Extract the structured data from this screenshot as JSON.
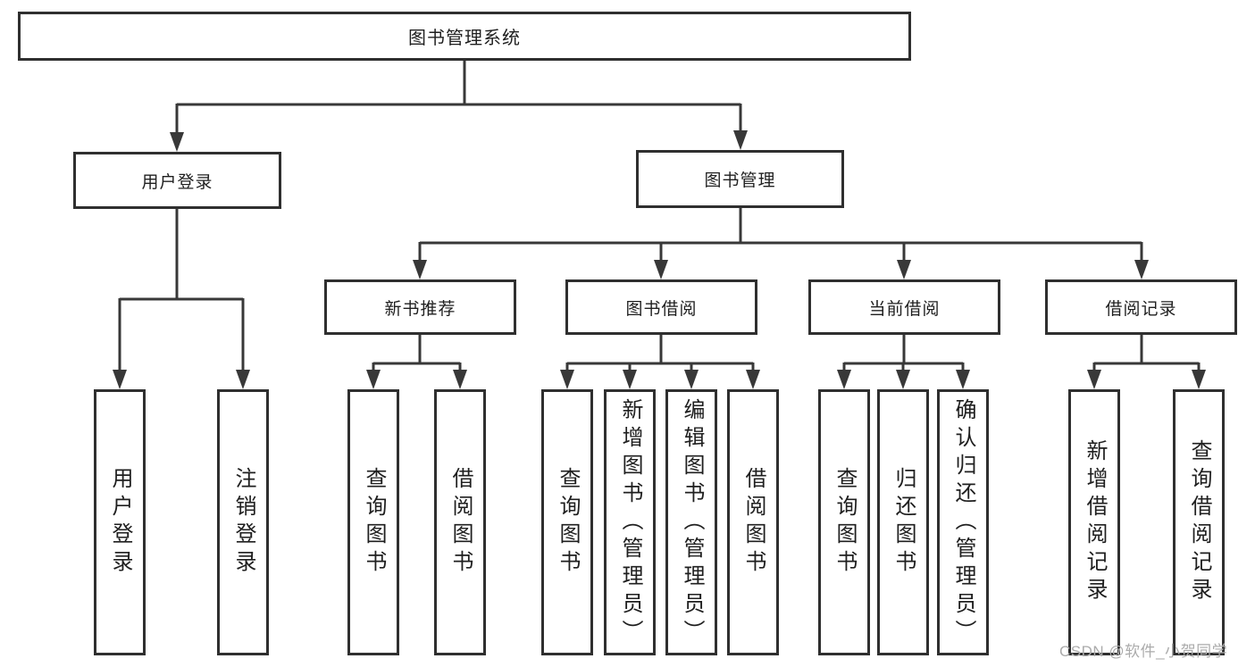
{
  "nodes": {
    "root": {
      "label": "图书管理系统"
    },
    "level2": [
      {
        "label": "用户登录"
      },
      {
        "label": "图书管理"
      }
    ],
    "level3": [
      {
        "label": "新书推荐",
        "parent": "图书管理"
      },
      {
        "label": "图书借阅",
        "parent": "图书管理"
      },
      {
        "label": "当前借阅",
        "parent": "图书管理"
      },
      {
        "label": "借阅记录",
        "parent": "图书管理"
      }
    ],
    "leaves": [
      {
        "label": "用户登录",
        "parent": "用户登录"
      },
      {
        "label": "注销登录",
        "parent": "用户登录"
      },
      {
        "label": "查询图书",
        "parent": "新书推荐"
      },
      {
        "label": "借阅图书",
        "parent": "新书推荐"
      },
      {
        "label": "查询图书",
        "parent": "图书借阅"
      },
      {
        "label": "新增图书（管理员）",
        "parent": "图书借阅"
      },
      {
        "label": "编辑图书（管理员）",
        "parent": "图书借阅"
      },
      {
        "label": "借阅图书",
        "parent": "图书借阅"
      },
      {
        "label": "查询图书",
        "parent": "当前借阅"
      },
      {
        "label": "归还图书",
        "parent": "当前借阅"
      },
      {
        "label": "确认归还（管理员）",
        "parent": "当前借阅"
      },
      {
        "label": "新增借阅记录",
        "parent": "借阅记录"
      },
      {
        "label": "查询借阅记录",
        "parent": "借阅记录"
      }
    ]
  },
  "watermark": {
    "text": "CSDN @软件_小贺同学"
  },
  "colors": {
    "line": "#383838",
    "box-border": "#2f2f2f",
    "text": "#1f1f1f",
    "watermark": "#ababab",
    "background": "#ffffff"
  }
}
